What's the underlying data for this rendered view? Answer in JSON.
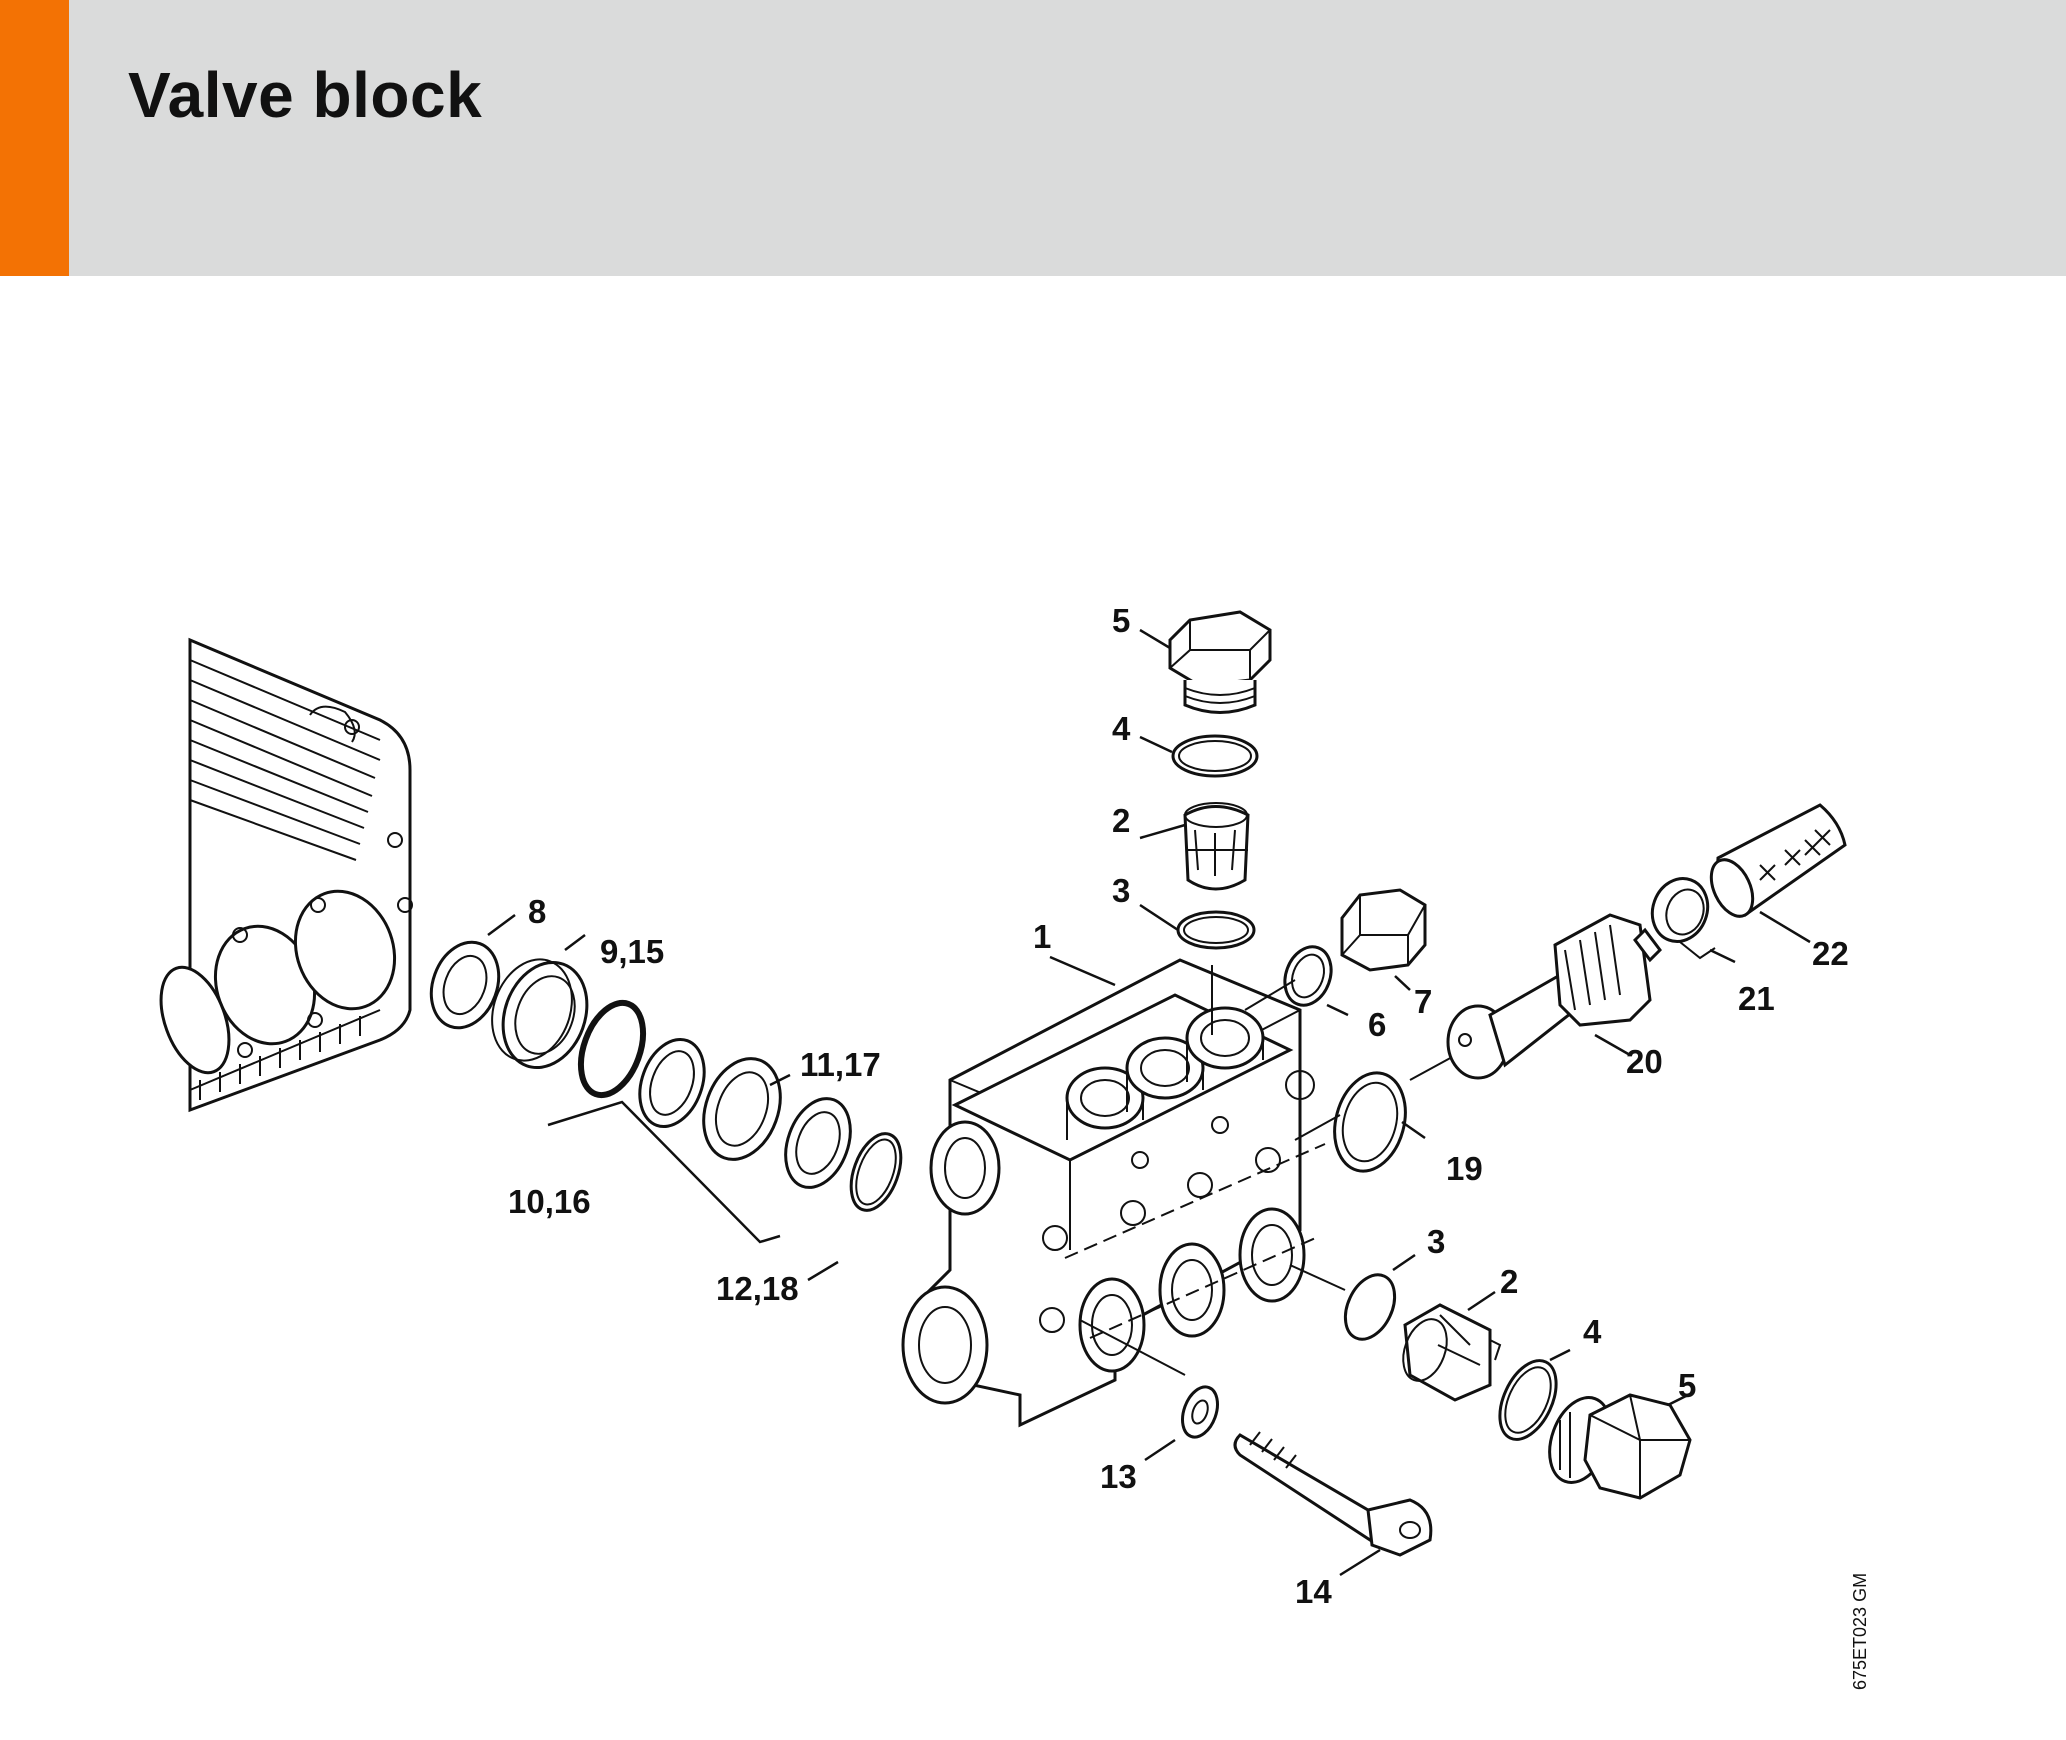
{
  "header": {
    "title": "Valve block",
    "accent_color": "#f37204",
    "band_color": "#dadbdb"
  },
  "diagram": {
    "callouts": {
      "c1": "1",
      "c2_top": "2",
      "c3_top": "3",
      "c4_top": "4",
      "c5_top": "5",
      "c6": "6",
      "c7": "7",
      "c8": "8",
      "c9_15": "9,15",
      "c10_16": "10,16",
      "c11_17": "11,17",
      "c12_18": "12,18",
      "c13": "13",
      "c14": "14",
      "c19": "19",
      "c20": "20",
      "c21": "21",
      "c22": "22",
      "c3_bottom": "3",
      "c2_bottom": "2",
      "c4_bottom": "4",
      "c5_bottom": "5"
    },
    "figure_code": "675ET023 GM"
  }
}
